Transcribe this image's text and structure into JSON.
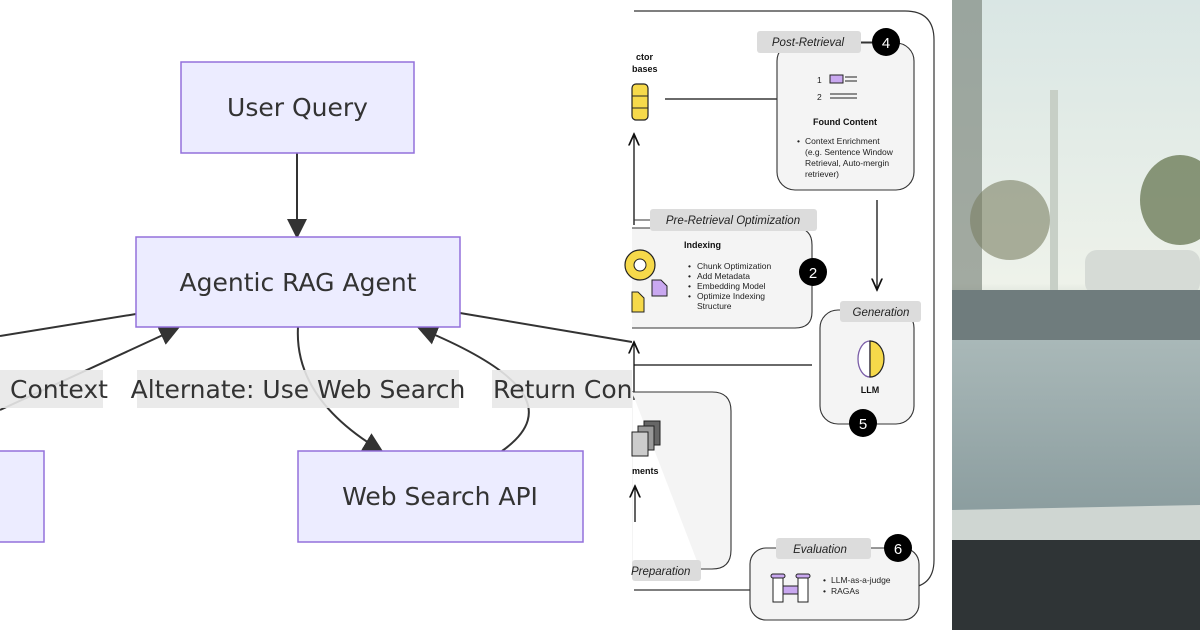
{
  "flowchart": {
    "nodes": {
      "user_query": "User Query",
      "agent": "Agentic RAG Agent",
      "web_search": "Web Search API"
    },
    "edge_labels": {
      "context": "Context",
      "alternate": "Alternate: Use Web Search",
      "return": "Return Cont"
    },
    "colors": {
      "node_fill": "#ECECFF",
      "node_border": "#9370DB",
      "edge": "#333333",
      "label_bg": "#E8E8E8"
    }
  },
  "pipeline": {
    "vector_db_label": [
      "ctor",
      "bases"
    ],
    "post_retrieval": {
      "tag": "Post-Retrieval",
      "step": "4",
      "list_nums": [
        "1",
        "2"
      ],
      "title": "Found Content",
      "bullets": [
        "Context Enrichment",
        "(e.g. Sentence Window",
        "Retrieval, Auto-mergin",
        "retriever)"
      ]
    },
    "pre_retrieval": {
      "tag": "Pre-Retrieval Optimization",
      "step": "2",
      "title": "Indexing",
      "bullets": [
        "Chunk Optimization",
        "Add Metadata",
        "Embedding Model",
        "Optimize Indexing",
        "Structure"
      ]
    },
    "generation": {
      "tag": "Generation",
      "title": "LLM",
      "step": "5"
    },
    "documents": {
      "title": "ments",
      "tag": "Preparation"
    },
    "evaluation": {
      "tag": "Evaluation",
      "step": "6",
      "bullets": [
        "LLM-as-a-judge",
        "RAGAs"
      ]
    }
  }
}
